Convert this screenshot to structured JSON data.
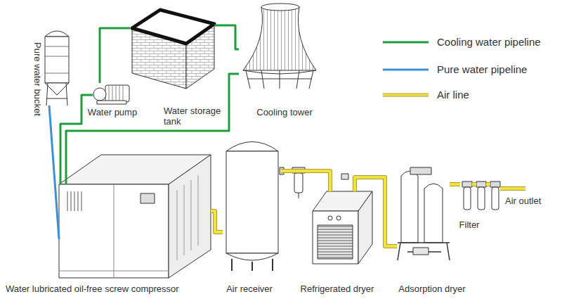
{
  "diagram": {
    "nodes": [
      {
        "text": [
          "Pure water bucket"
        ]
      },
      {
        "text": [
          "Water pump"
        ]
      },
      {
        "text": [
          "Water storage tank"
        ]
      },
      {
        "text": [
          "Cooling tower"
        ]
      },
      {
        "text": [
          "Water lubricated oil-free screw compressor"
        ]
      },
      {
        "text": [
          "Air receiver"
        ]
      },
      {
        "text": [
          "Refrigerated dryer"
        ]
      },
      {
        "text": [
          "Adsorption dryer"
        ]
      },
      {
        "text": [
          "Filter"
        ]
      }
    ],
    "edges": [
      {
        "from": 0,
        "to": 4,
        "arrow": "none"
      },
      {
        "from": 4,
        "to": 1,
        "arrow": "none"
      },
      {
        "from": 1,
        "to": 2,
        "arrow": "none"
      },
      {
        "from": 2,
        "to": 3,
        "arrow": "none"
      },
      {
        "from": 3,
        "to": 4,
        "arrow": "none"
      },
      {
        "from": 4,
        "to": 5,
        "arrow": "none"
      },
      {
        "from": 5,
        "to": 6,
        "arrow": "none"
      },
      {
        "from": 6,
        "to": 7,
        "arrow": "none"
      },
      {
        "from": 7,
        "to": 8,
        "arrow": "none"
      }
    ],
    "labels": [
      "Air outlet"
    ],
    "legend": [
      {
        "text": "Cooling water pipeline"
      },
      {
        "text": "Pure water pipeline"
      },
      {
        "text": "Air line"
      }
    ]
  }
}
